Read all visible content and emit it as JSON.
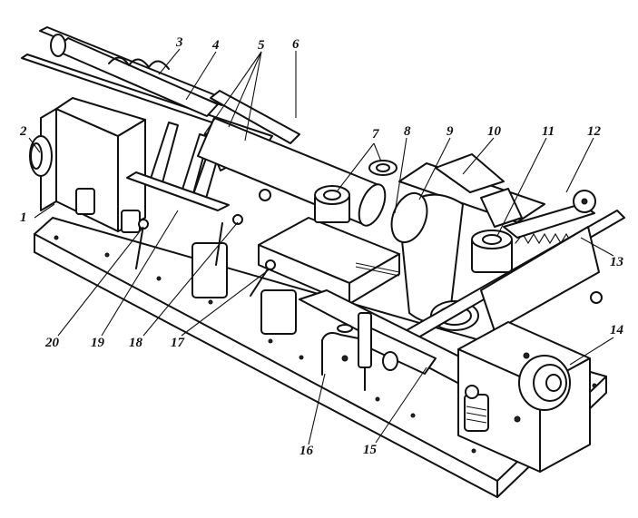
{
  "figure": {
    "part_numbers": [
      "1",
      "2",
      "3",
      "4",
      "5",
      "6",
      "7",
      "8",
      "9",
      "10",
      "11",
      "12",
      "13",
      "14",
      "15",
      "16",
      "17",
      "18",
      "19",
      "20"
    ]
  },
  "colors": {
    "ink": "#111111",
    "paper": "#ffffff"
  }
}
